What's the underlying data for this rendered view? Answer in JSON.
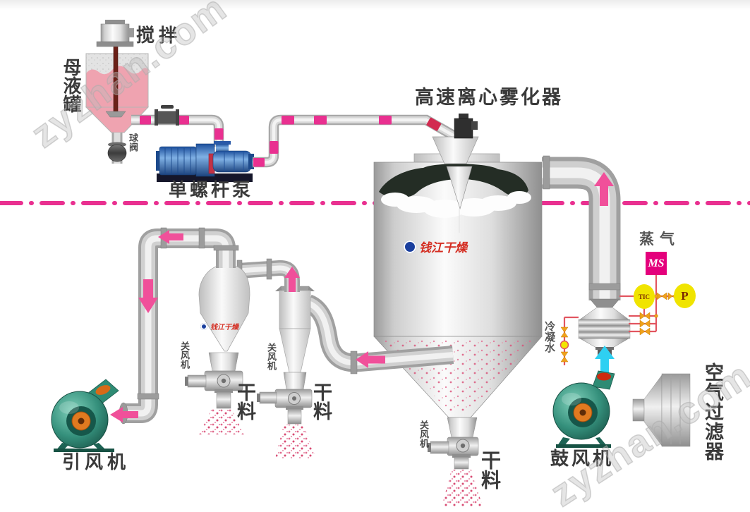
{
  "diagram": {
    "labels": {
      "agitator": "搅拌",
      "mother_liquor_tank": "母液罐",
      "ball_valve": "球阀",
      "screw_pump": "单螺杆泵",
      "atomizer": "高速离心雾化器",
      "steam": "蒸气",
      "condensate_water": "冷凝水",
      "air_filter": "空气过滤器",
      "blower": "鼓风机",
      "induced_draft_fan": "引风机",
      "rotary_airlock": "关风机",
      "dry_material": "干料"
    },
    "instruments": {
      "ms": "MS",
      "tic": "TIC",
      "p": "P"
    },
    "brand": "钱江干燥",
    "watermark": "zyzhan.com",
    "colors": {
      "flow_line_pink": "#E93090",
      "arrow_pink": "#F0509A",
      "air_arrow_cyan": "#2ED0F2",
      "instrument_yellow": "#F0E400",
      "ms_magenta": "#E4007C",
      "steam_line_red": "#E25560",
      "pump_blue": "#2B5FA5",
      "fan_teal": "#2E8B74",
      "liquid_pink": "#EFA3B0"
    }
  }
}
